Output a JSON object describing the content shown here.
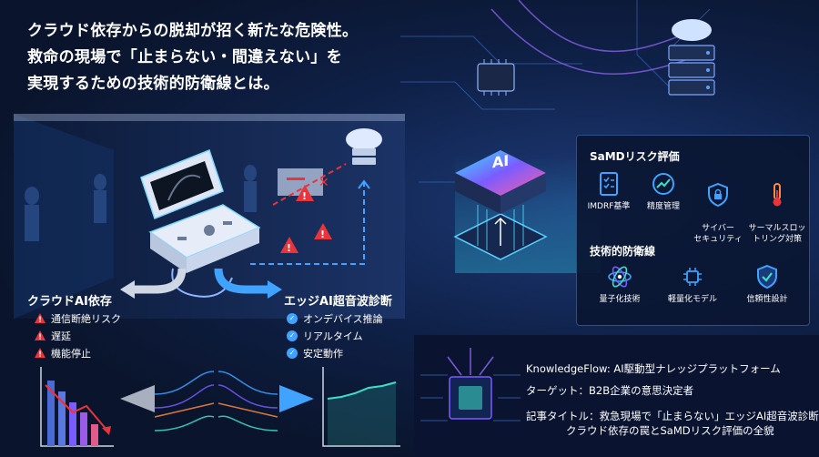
{
  "headline": {
    "line1": "クラウド依存からの脱却が招く新たな危険性。",
    "line2": "救命の現場で「止まらない・間違えない」を",
    "line3": "実現するための技術的防衛線とは。"
  },
  "cloud_side": {
    "title": "クラウドAI依存",
    "items": [
      "通信断絶リスク",
      "遅延",
      "機能停止"
    ]
  },
  "edge_side": {
    "title": "エッジAI超音波診断",
    "items": [
      "オンデバイス推論",
      "リアルタイム",
      "安定動作"
    ]
  },
  "chip": {
    "label": "AI"
  },
  "risk_panel": {
    "title": "SaMDリスク評価",
    "items": [
      {
        "icon": "checklist-icon",
        "label": "IMDRF基準"
      },
      {
        "icon": "precision-gauge-icon",
        "label": "精度管理"
      },
      {
        "icon": "shield-lock-icon",
        "label": "サイバー\nセキュリティ"
      },
      {
        "icon": "thermometer-icon",
        "label": "サーマルスロッ\nトリング対策"
      }
    ],
    "defense_title": "技術的防衛線",
    "defense_items": [
      {
        "icon": "atom-icon",
        "label": "量子化技術"
      },
      {
        "icon": "chip-network-icon",
        "label": "軽量化モデル"
      },
      {
        "icon": "shield-check-icon",
        "label": "信頼性設計"
      }
    ]
  },
  "footer": {
    "platform": "KnowledgeFlow: AI駆動型ナレッジプラットフォーム",
    "target": "ターゲット：B2B企業の意思決定者",
    "article_line1": "記事タイトル：救急現場で「止まらない」エッジAI超音波診断：",
    "article_line2": "クラウド依存の罠とSaMDリスク評価の全貌"
  },
  "colors": {
    "accent_blue": "#3fa3ff",
    "warn_red": "#e8343a",
    "panel_border": "#2f4d86"
  }
}
